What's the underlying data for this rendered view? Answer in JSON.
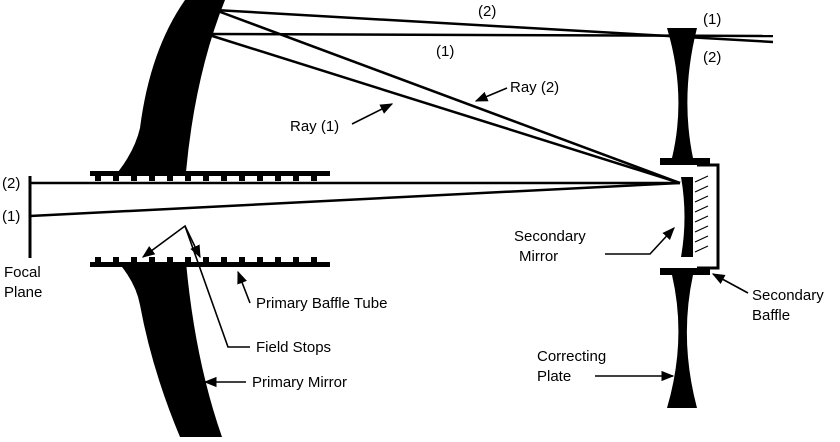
{
  "labels": {
    "focal_plane_line1": "Focal",
    "focal_plane_line2": "Plane",
    "ray1_left": "(1)",
    "ray2_left": "(2)",
    "ray1_top_a": "(1)",
    "ray1_top_b": "(1)",
    "ray2_top_a": "(2)",
    "ray2_top_b": "(2)",
    "ray1_name": "Ray (1)",
    "ray2_name": "Ray (2)",
    "secondary_mirror_line1": "Secondary",
    "secondary_mirror_line2": "Mirror",
    "secondary_baffle_line1": "Secondary",
    "secondary_baffle_line2": "Baffle",
    "correcting_plate_line1": "Correcting",
    "correcting_plate_line2": "Plate",
    "primary_baffle_tube": "Primary Baffle Tube",
    "field_stops": "Field Stops",
    "primary_mirror": "Primary Mirror"
  },
  "colors": {
    "ink": "#000000",
    "background": "#ffffff"
  }
}
